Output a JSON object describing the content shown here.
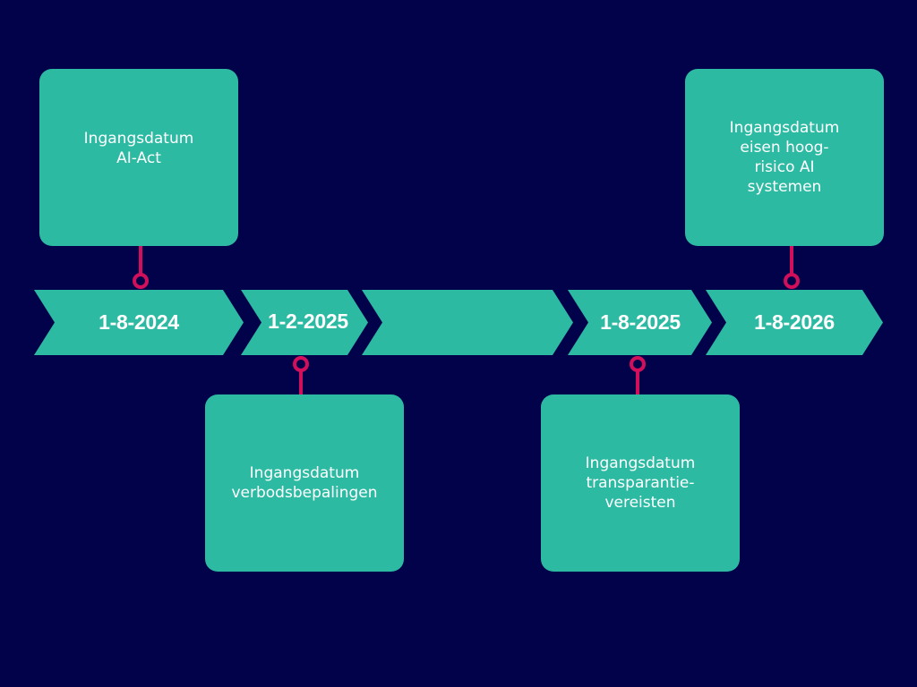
{
  "colors": {
    "background": "#02024a",
    "segment": "#2dbaa3",
    "card": "#2dbaa3",
    "connector": "#d20f5a",
    "text": "#ffffff"
  },
  "timeline": {
    "segments": [
      {
        "label": "1-8-2024"
      },
      {
        "label": "1-2-2025"
      },
      {
        "label": ""
      },
      {
        "label": "1-8-2025"
      },
      {
        "label": "1-8-2026"
      }
    ]
  },
  "events": [
    {
      "text": "Ingangsdatum\nAI-Act",
      "position": "above"
    },
    {
      "text": "Ingangsdatum\nverbodsbepalingen",
      "position": "below"
    },
    {
      "text": "Ingangsdatum\ntransparantie-\nvereisten",
      "position": "below"
    },
    {
      "text": "Ingangsdatum\neisen hoog-\nrisico AI\nsystemen",
      "position": "above"
    }
  ]
}
